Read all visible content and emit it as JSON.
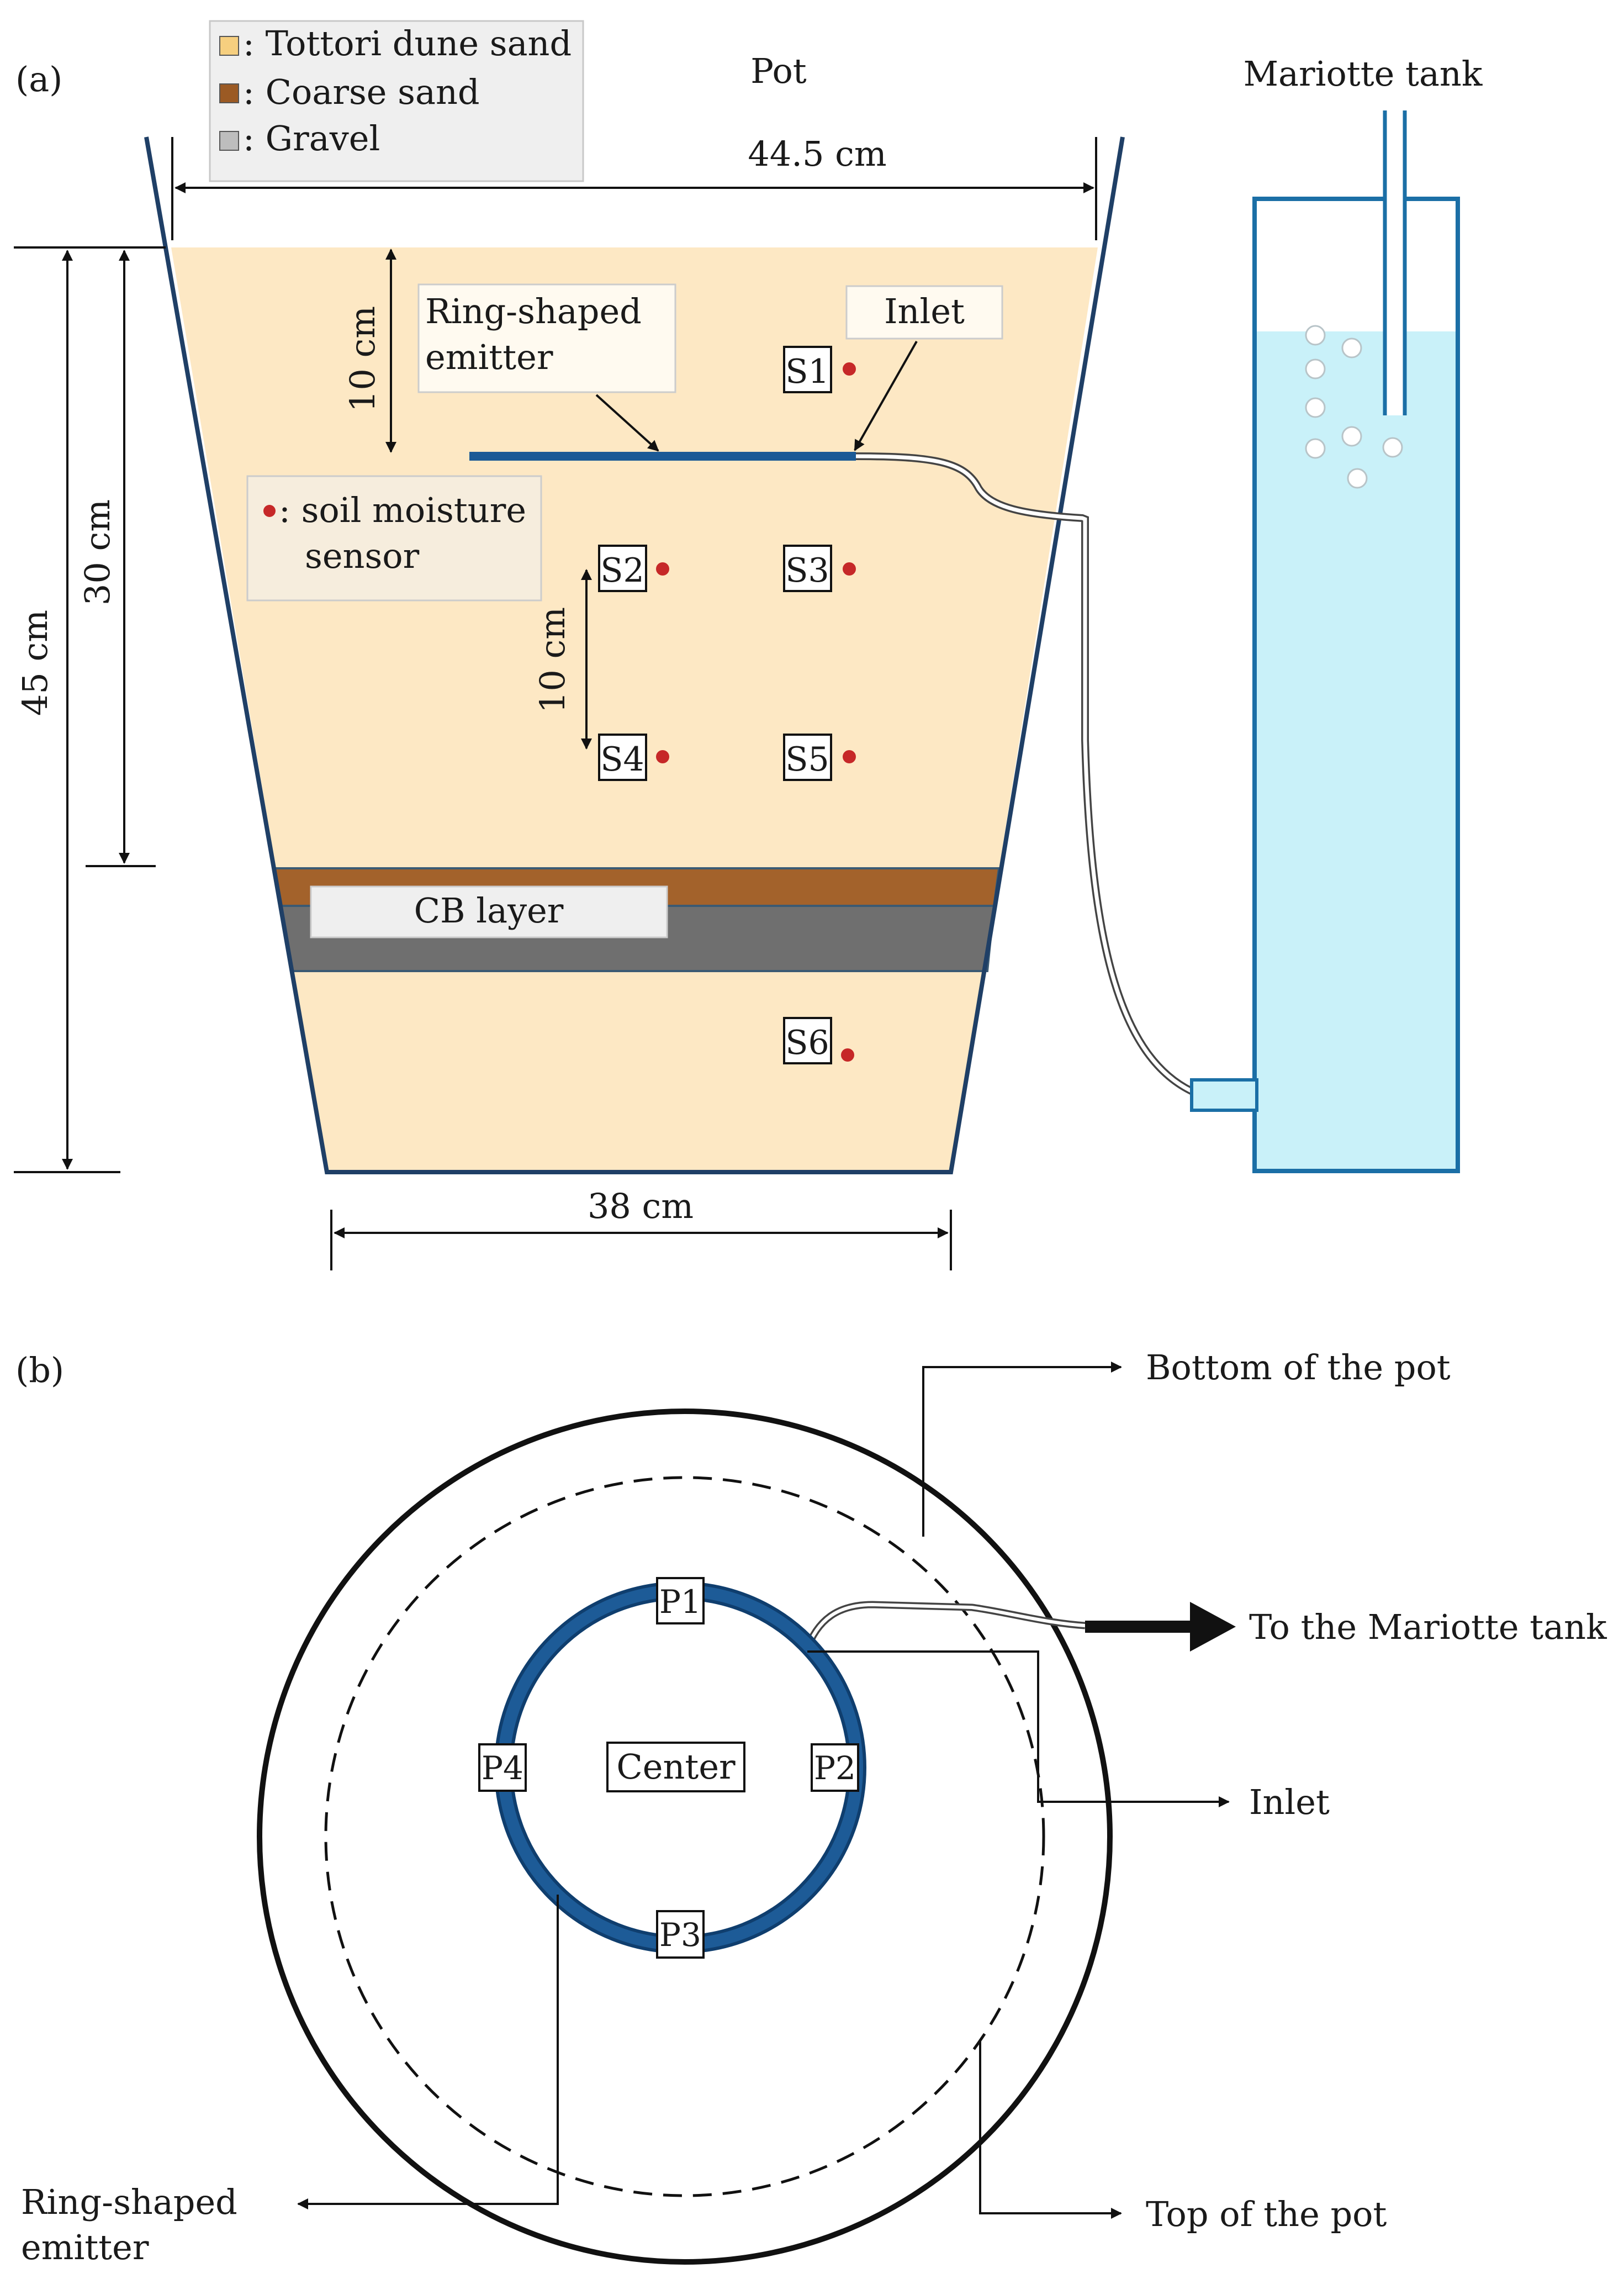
{
  "panel_a": {
    "label": "(a)",
    "pot_title": "Pot",
    "tank_title": "Mariotte tank",
    "legend": {
      "items": [
        {
          "label": ": Tottori dune sand",
          "color": "#f6cf7f"
        },
        {
          "label": ": Coarse sand",
          "color": "#9b5a24"
        },
        {
          "label": ": Gravel",
          "color": "#bdbdbd"
        }
      ]
    },
    "dims": {
      "top_width": "44.5 cm",
      "bottom_width": "38 cm",
      "total_height": "45 cm",
      "upper_depth": "30 cm",
      "emitter_depth": "10 cm",
      "sensor_spacing": "10 cm"
    },
    "labels": {
      "emitter": [
        "Ring-shaped",
        "emitter"
      ],
      "inlet": "Inlet",
      "sensor_legend": [
        ": soil moisture",
        "sensor"
      ],
      "cb_layer": "CB layer"
    },
    "sensors": [
      "S1",
      "S2",
      "S3",
      "S4",
      "S5",
      "S6"
    ],
    "colors": {
      "sand": "#fde8c4",
      "coarse_sand": "#a3622b",
      "gravel": "#6f6f6f",
      "water": "#c9f1f9",
      "tank_outline": "#1b6fa6",
      "emitter": "#1b5a96",
      "sensor_dot": "#c62828"
    }
  },
  "panel_b": {
    "label": "(b)",
    "points": [
      "P1",
      "P2",
      "P3",
      "P4"
    ],
    "center_label": "Center",
    "callouts": {
      "bottom": "Bottom of the pot",
      "tank": "To the Mariotte tank",
      "inlet": "Inlet",
      "emitter": [
        "Ring-shaped",
        "emitter"
      ],
      "top": "Top of the pot"
    },
    "colors": {
      "ring": "#1d5b97",
      "ring_edge": "#0f3e6e"
    }
  }
}
